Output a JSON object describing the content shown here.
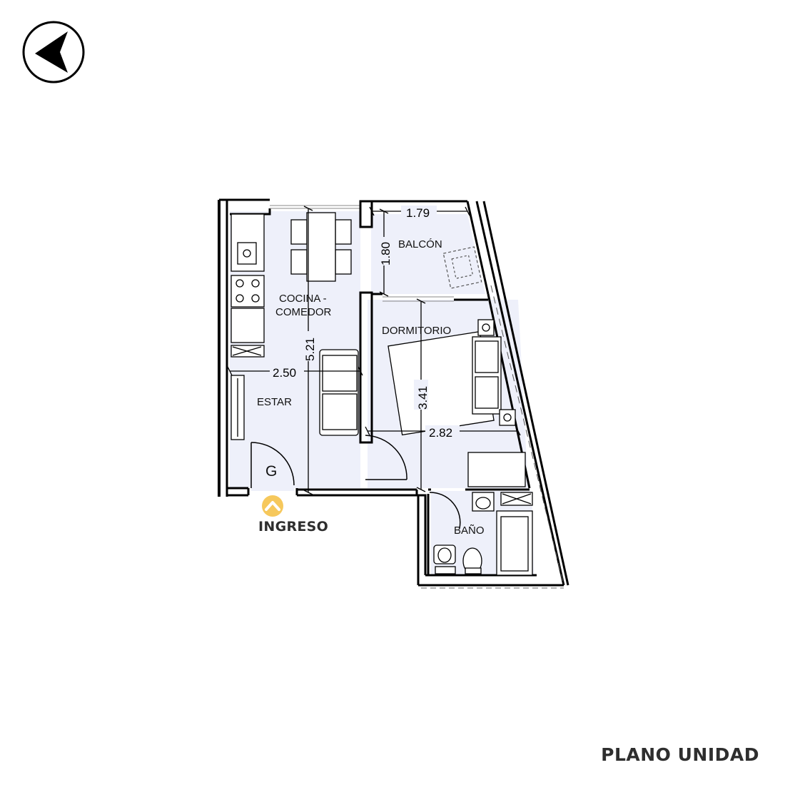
{
  "rooms": {
    "cocina_line1": "COCINA -",
    "cocina_line2": "COMEDOR",
    "balcon": "BALCÓN",
    "dormitorio": "DORMITORIO",
    "estar": "ESTAR",
    "bano": "BAÑO",
    "garage_mark": "G"
  },
  "dimensions": {
    "balcon_width": "1.79",
    "balcon_depth": "1.80",
    "cocina_length": "5.21",
    "estar_width": "2.50",
    "dormitorio_length": "3.41",
    "dormitorio_width": "2.82"
  },
  "entrance_label": "INGRESO",
  "plan_title": "PLANO UNIDAD",
  "icons": {
    "north": "north-arrow-icon",
    "entrance": "entrance-chevron-icon"
  },
  "colors": {
    "floor": "#eef0fa",
    "wall": "#000000",
    "entrance_badge": "#f6c85c",
    "title_text": "#2e2e2e"
  }
}
